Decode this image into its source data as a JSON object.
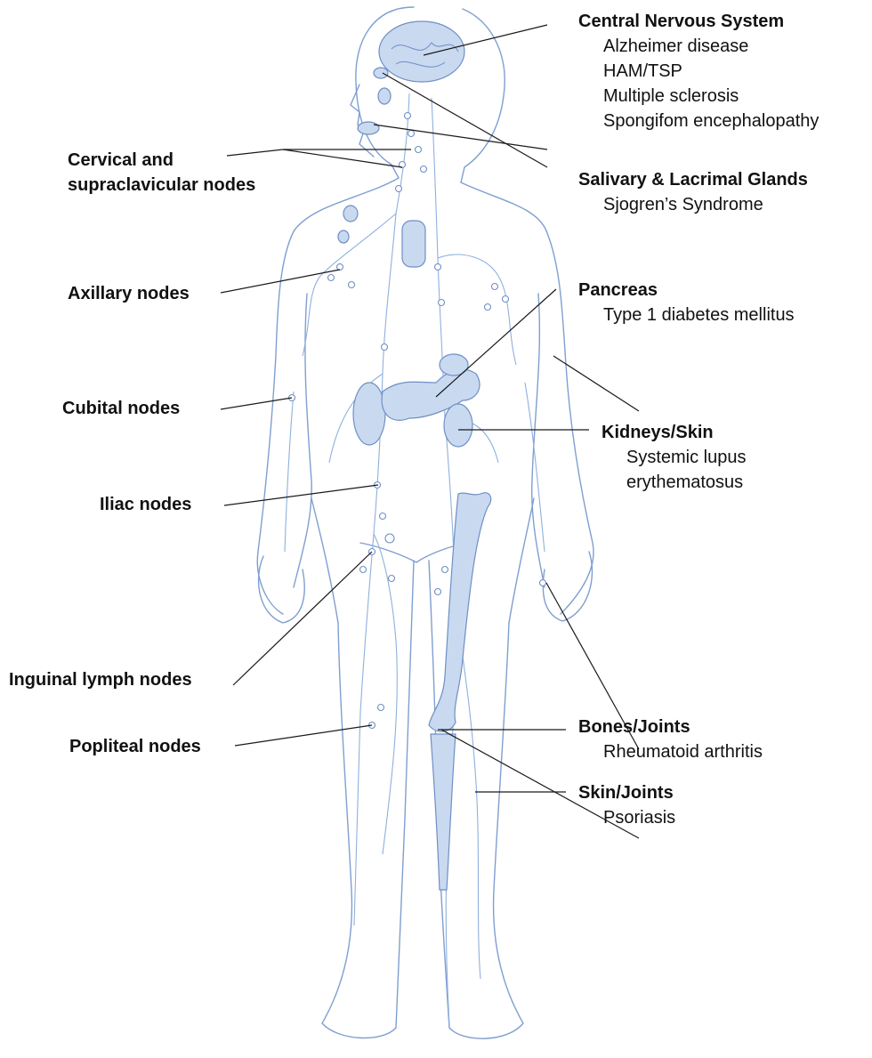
{
  "right_labels": [
    {
      "id": "cns",
      "heading": "Central Nervous System",
      "items": [
        "Alzheimer disease",
        "HAM/TSP",
        "Multiple sclerosis",
        "Spongifom encephalopathy"
      ]
    },
    {
      "id": "salivary",
      "heading": "Salivary & Lacrimal Glands",
      "items": [
        "Sjogren’s Syndrome"
      ]
    },
    {
      "id": "pancreas",
      "heading": "Pancreas",
      "items": [
        "Type 1 diabetes mellitus"
      ]
    },
    {
      "id": "kidneys",
      "heading": "Kidneys/Skin",
      "items": [
        "Systemic lupus",
        "erythematosus"
      ]
    },
    {
      "id": "bones",
      "heading": "Bones/Joints",
      "items": [
        "Rheumatoid arthritis"
      ]
    },
    {
      "id": "skin",
      "heading": "Skin/Joints",
      "items": [
        "Psoriasis"
      ]
    }
  ],
  "left_labels": {
    "cervical": [
      "Cervical and",
      "supraclavicular nodes"
    ],
    "axillary": "Axillary nodes",
    "cubital": "Cubital nodes",
    "iliac": "Iliac nodes",
    "inguinal": "Inguinal lymph nodes",
    "popliteal": "Popliteal nodes"
  },
  "colors": {
    "outline": "#7f9fd0",
    "organ_fill": "#c9d9f0",
    "leader_line": "#1a1a1a",
    "text": "#111111"
  }
}
